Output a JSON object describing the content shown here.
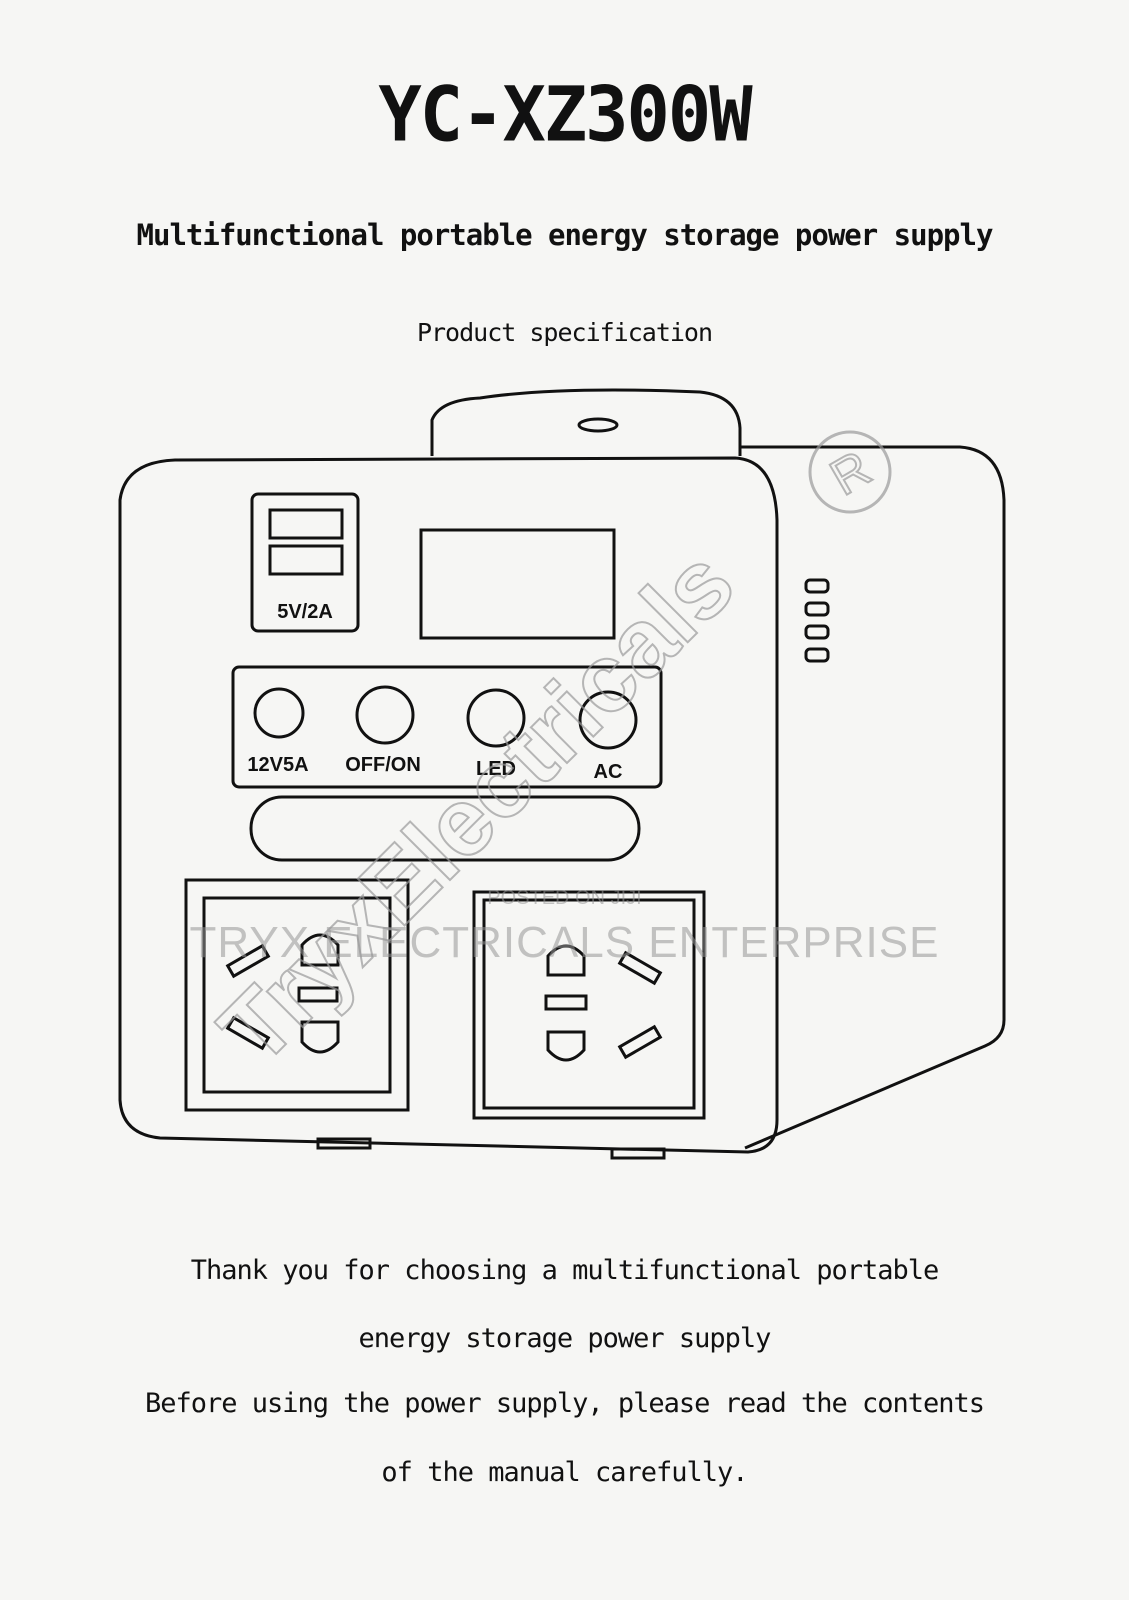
{
  "document": {
    "model": "YC-XZ300W",
    "subtitle": "Multifunctional portable energy storage power supply",
    "section_heading": "Product specification",
    "paragraph": [
      "Thank you for choosing a multifunctional portable",
      "energy storage power supply",
      "Before using the power supply, please read the contents",
      "of the manual carefully."
    ]
  },
  "illustration": {
    "usb_label": "5V/2A",
    "buttons": [
      {
        "label": "12V5A"
      },
      {
        "label": "OFF/ON"
      },
      {
        "label": "LED"
      },
      {
        "label": "AC"
      }
    ]
  },
  "watermark": {
    "brand": "TryxElectricals",
    "registered_symbol": "R",
    "posted": "POSTED ON JIJI",
    "company": "TRYX ELECTRICALS ENTERPRISE",
    "color": "#9a9a9a"
  }
}
